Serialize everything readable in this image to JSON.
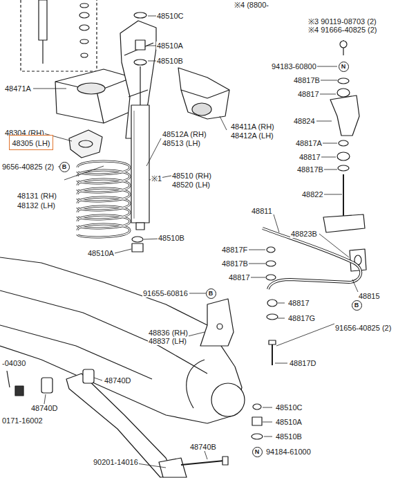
{
  "diagram": {
    "nodes": [
      {
        "text": [
          "N"
        ]
      },
      {
        "text": [
          "48305 (LH)"
        ]
      },
      {
        "text": [
          "B"
        ]
      },
      {
        "text": [
          "B"
        ]
      },
      {
        "text": [
          "B"
        ]
      },
      {
        "text": [
          "N"
        ]
      }
    ],
    "labels": [
      "※4 (8800-",
      "48510C",
      "※3 90119-08703 (2)",
      "※4 91666-40825 (2)",
      "48510A",
      "94183-60800",
      "48510B",
      "48817B",
      "48471A",
      "48817",
      "48411A (RH)",
      "48412A (LH)",
      "48512A (RH)",
      "48513 (LH)",
      "48824",
      "48304 (RH)",
      "48817A",
      "48817",
      "9656-40825 (2)",
      "48817B",
      "※1",
      "48510 (RH)",
      "48520 (LH)",
      "48822",
      "48131 (RH)",
      "48132 (LH)",
      "48811",
      "48823B",
      "48510B",
      "48817F",
      "48510A",
      "48817B",
      "48817",
      "48815",
      "91655-60816",
      "48817",
      "48817G",
      "91656-40825 (2)",
      "48836 (RH)",
      "48837 (LH)",
      "48817D",
      "-04030",
      "48740D",
      "48740D",
      "48510C",
      "0171-16002",
      "48510A",
      "48510B",
      "48740B",
      "94184-61000",
      "90201-14016"
    ]
  }
}
